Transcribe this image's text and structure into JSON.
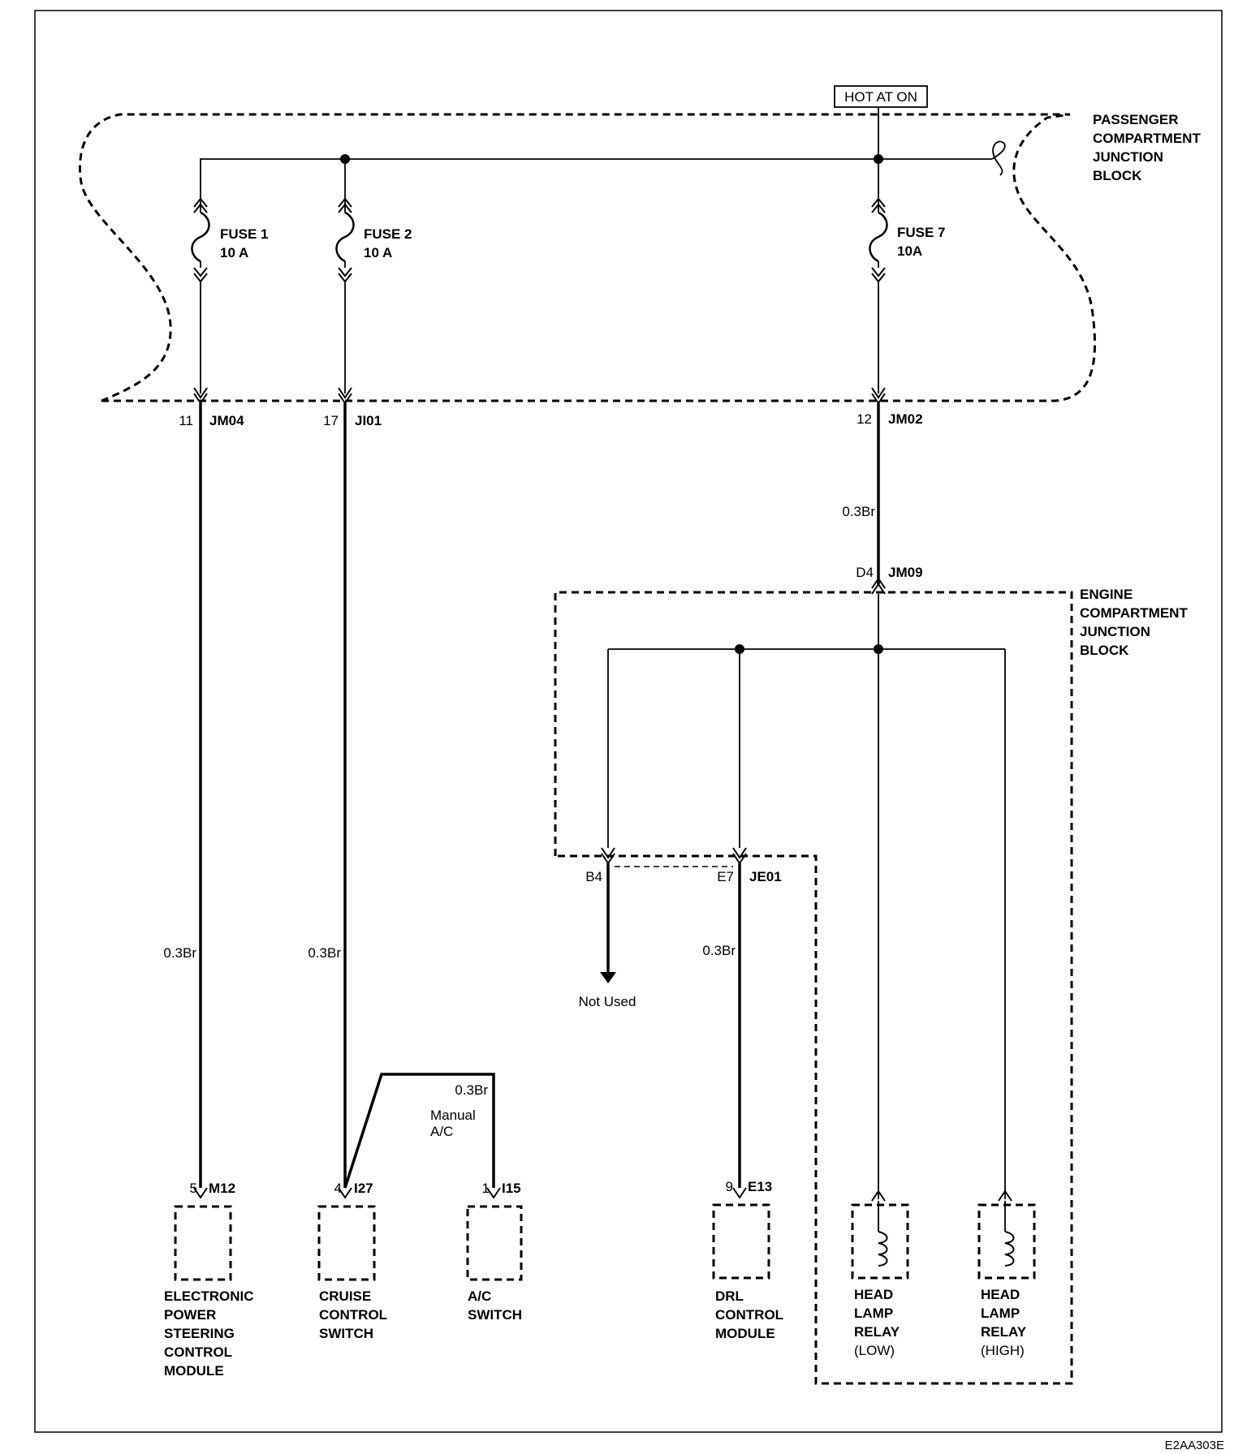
{
  "diagram_code": "E2AA303E",
  "power_source": "HOT AT ON",
  "passenger_block": {
    "label": [
      "PASSENGER",
      "COMPARTMENT",
      "JUNCTION",
      "BLOCK"
    ]
  },
  "engine_block": {
    "label": [
      "ENGINE",
      "COMPARTMENT",
      "JUNCTION",
      "BLOCK"
    ]
  },
  "fuses": [
    {
      "name": "FUSE 1",
      "rating": "10 A"
    },
    {
      "name": "FUSE 2",
      "rating": "10 A"
    },
    {
      "name": "FUSE 7",
      "rating": "10A"
    }
  ],
  "connectors": {
    "jm04": {
      "pin": "11",
      "id": "JM04"
    },
    "ji01": {
      "pin": "17",
      "id": "JI01"
    },
    "jm02": {
      "pin": "12",
      "id": "JM02"
    },
    "jm09": {
      "pin": "D4",
      "id": "JM09"
    },
    "b4": {
      "pin": "B4"
    },
    "je01": {
      "pin": "E7",
      "id": "JE01"
    },
    "m12": {
      "pin": "5",
      "id": "M12"
    },
    "i27": {
      "pin": "4",
      "id": "I27"
    },
    "i15": {
      "pin": "1",
      "id": "I15"
    },
    "e13": {
      "pin": "9",
      "id": "E13"
    }
  },
  "wires": {
    "w_jm02": "0.3Br",
    "w_jm04": "0.3Br",
    "w_ji01": "0.3Br",
    "w_je01": "0.3Br",
    "w_ac": "0.3Br"
  },
  "ac_note": [
    "Manual",
    "A/C"
  ],
  "not_used": "Not Used",
  "components": {
    "eps": [
      "ELECTRONIC",
      "POWER",
      "STEERING",
      "CONTROL",
      "MODULE"
    ],
    "cruise": [
      "CRUISE",
      "CONTROL",
      "SWITCH"
    ],
    "ac": [
      "A/C",
      "SWITCH"
    ],
    "drl": [
      "DRL",
      "CONTROL",
      "MODULE"
    ],
    "relay_low": [
      "HEAD",
      "LAMP",
      "RELAY",
      "(LOW)"
    ],
    "relay_high": [
      "HEAD",
      "LAMP",
      "RELAY",
      "(HIGH)"
    ]
  }
}
